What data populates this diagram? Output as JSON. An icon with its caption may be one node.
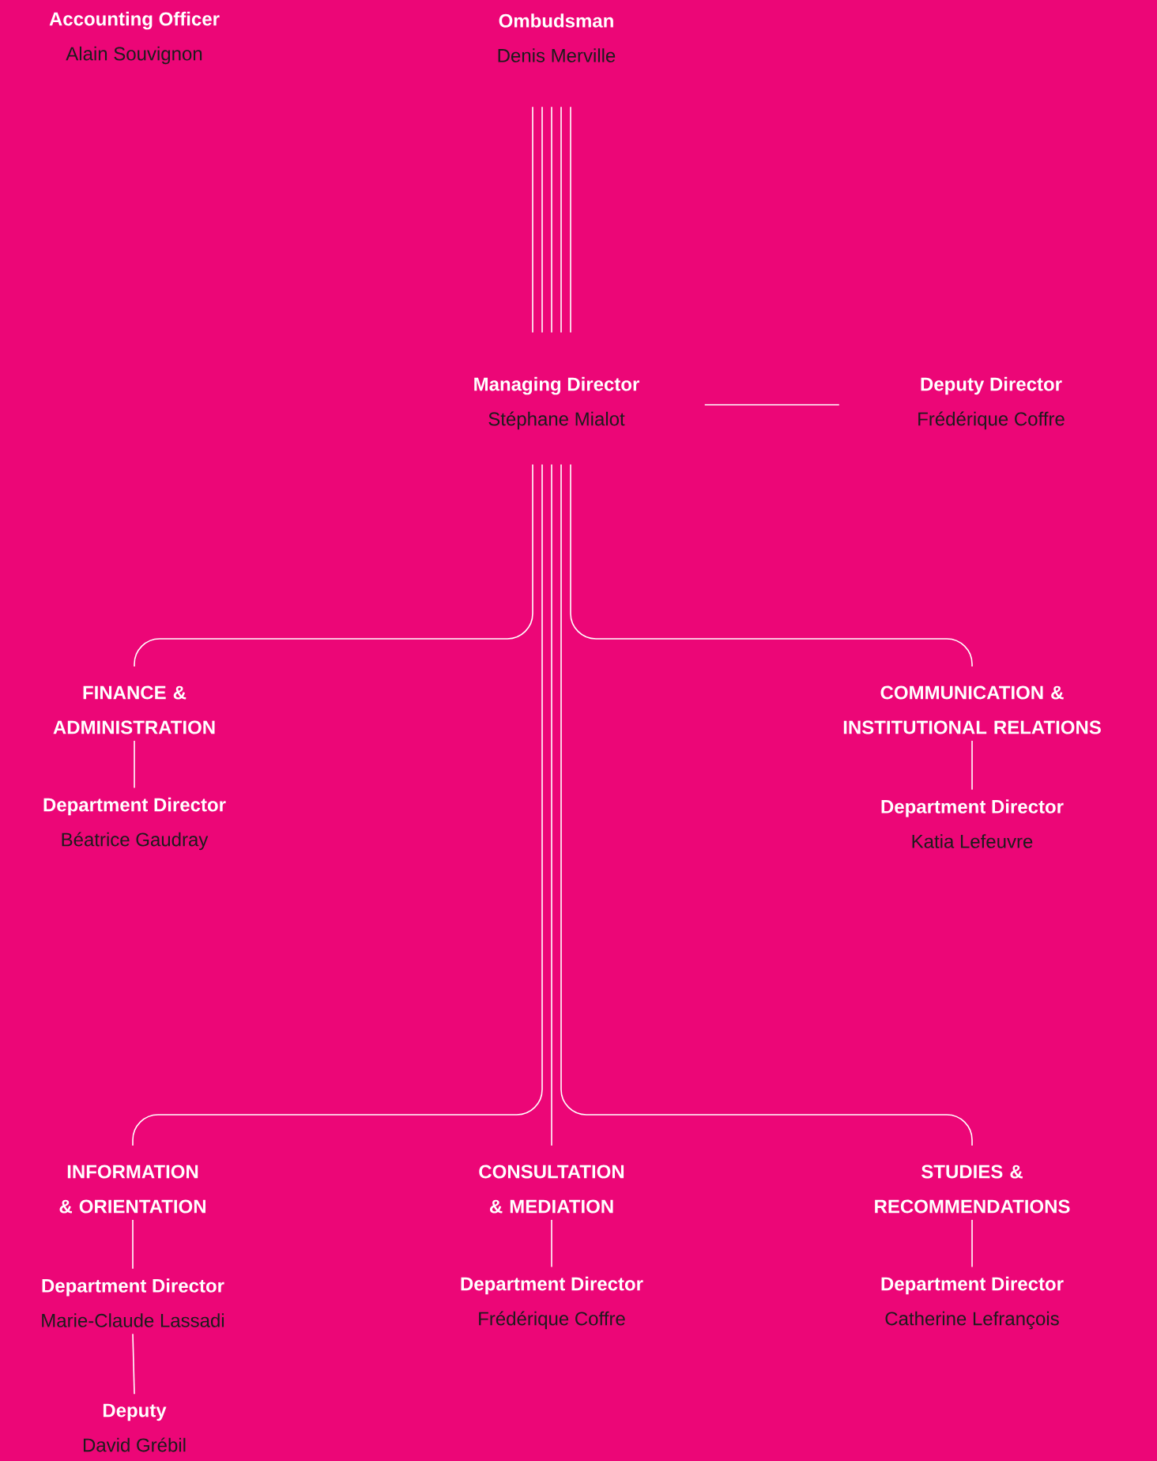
{
  "diagram": {
    "nodes": [
      {
        "text": [
          "Accounting Officer",
          "Alain Souvignon"
        ]
      },
      {
        "text": [
          "Ombudsman",
          "Denis Merville"
        ]
      },
      {
        "text": [
          "Managing Director",
          "Stéphane Mialot"
        ]
      },
      {
        "text": [
          "Deputy Director",
          "Frédérique Coffre"
        ]
      },
      {
        "text": [
          "FINANCE & ADMINISTRATION"
        ]
      },
      {
        "text": [
          "Department Director",
          "Béatrice Gaudray"
        ]
      },
      {
        "text": [
          "COMMUNICATION & INSTITUTIONAL RELATIONS"
        ]
      },
      {
        "text": [
          "Department Director",
          "Katia Lefeuvre"
        ]
      },
      {
        "text": [
          "INFORMATION & ORIENTATION"
        ]
      },
      {
        "text": [
          "Department Director",
          "Marie-Claude Lassadi"
        ]
      },
      {
        "text": [
          "Deputy",
          "David Grébil"
        ]
      },
      {
        "text": [
          "CONSULTATION & MEDIATION"
        ]
      },
      {
        "text": [
          "Department Director",
          "Frédérique Coffre"
        ]
      },
      {
        "text": [
          "STUDIES & RECOMMENDATIONS"
        ]
      },
      {
        "text": [
          "Department Director",
          "Catherine Lefrançois"
        ]
      }
    ],
    "edges": [
      {
        "from": 1,
        "to": 2,
        "arrow": "none"
      },
      {
        "from": 2,
        "to": 3,
        "arrow": "none"
      },
      {
        "from": 2,
        "to": 4,
        "arrow": "none"
      },
      {
        "from": 2,
        "to": 6,
        "arrow": "none"
      },
      {
        "from": 2,
        "to": 8,
        "arrow": "none"
      },
      {
        "from": 2,
        "to": 11,
        "arrow": "none"
      },
      {
        "from": 2,
        "to": 13,
        "arrow": "none"
      },
      {
        "from": 4,
        "to": 5,
        "arrow": "none"
      },
      {
        "from": 6,
        "to": 7,
        "arrow": "none"
      },
      {
        "from": 8,
        "to": 9,
        "arrow": "none"
      },
      {
        "from": 9,
        "to": 10,
        "arrow": "none"
      },
      {
        "from": 11,
        "to": 12,
        "arrow": "none"
      },
      {
        "from": 13,
        "to": 14,
        "arrow": "none"
      }
    ]
  }
}
